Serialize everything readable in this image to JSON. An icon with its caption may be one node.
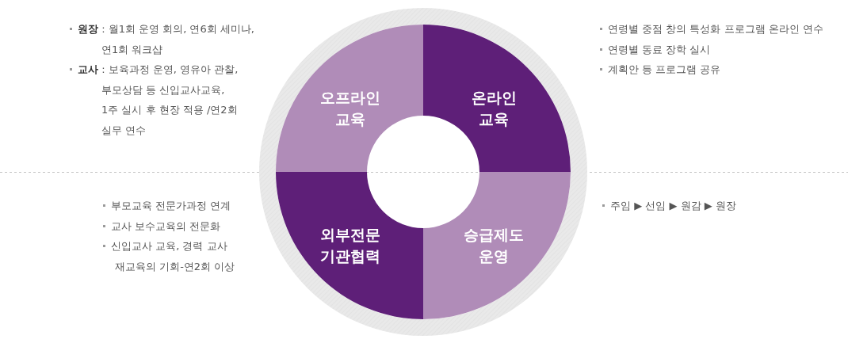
{
  "diagram": {
    "nodes": [
      {
        "text": [
          "오프라인 교육"
        ],
        "beside": [
          "**원장** : 월1회 운영 회의, 연6회 세미나, 연1회 워크샵",
          "**교사** : 보육과정 운영, 영유아 관찰, 부모상담 등 신입교사교육, 1주 실시 후 현장 적용 /연2회 실무 연수"
        ]
      },
      {
        "text": [
          "온라인 교육"
        ],
        "beside": [
          "연령별 중점 창의 특성화 프로그램 온라인 연수",
          "연령별 동료 장학 실시",
          "계획안 등 프로그램 공유"
        ]
      },
      {
        "text": [
          "외부전문 기관협력"
        ],
        "beside": [
          "부모교육 전문가과정 연계",
          "교사 보수교육의 전문화",
          "신입교사 교육, 경력 교사 재교육의 기회-연2회 이상"
        ]
      },
      {
        "text": [
          "승급제도 운영"
        ],
        "beside": [
          "주임 ▶ 선임 ▶ 원감 ▶ 원장"
        ]
      }
    ]
  }
}
